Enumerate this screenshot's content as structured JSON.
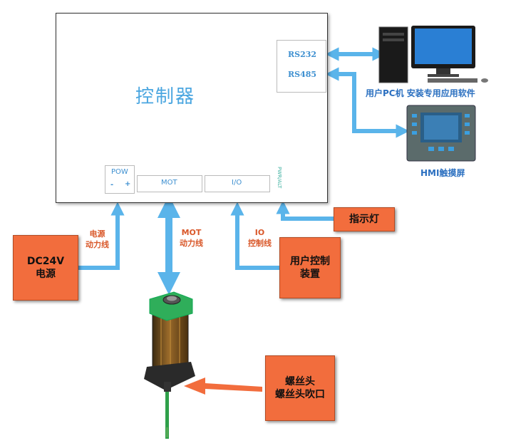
{
  "controller": {
    "title": "控制器"
  },
  "ports": {
    "rs232": "RS232",
    "rs485": "RS485",
    "pow": "POW",
    "pow_minus": "-",
    "pow_plus": "+",
    "mot": "MOT",
    "io": "I/O",
    "pwr_alt": "PWR/ALT"
  },
  "cables": {
    "power_line_1": "电源",
    "power_line_2": "动力线",
    "mot_line_1": "MOT",
    "mot_line_2": "动力线",
    "io_line_1": "IO",
    "io_line_2": "控制线"
  },
  "devices": {
    "pc": "用户PC机 安装专用应用软件",
    "hmi": "HMI触摸屏"
  },
  "boxes": {
    "dc24v_1": "DC24V",
    "dc24v_2": "电源",
    "indicator": "指示灯",
    "user_ctrl_1": "用户控制",
    "user_ctrl_2": "装置",
    "screw_1": "螺丝头",
    "screw_2": "螺丝头吹口"
  },
  "colors": {
    "arrow": "#5ab4ea",
    "box": "#f26d3d",
    "title": "#4aa6e0"
  }
}
